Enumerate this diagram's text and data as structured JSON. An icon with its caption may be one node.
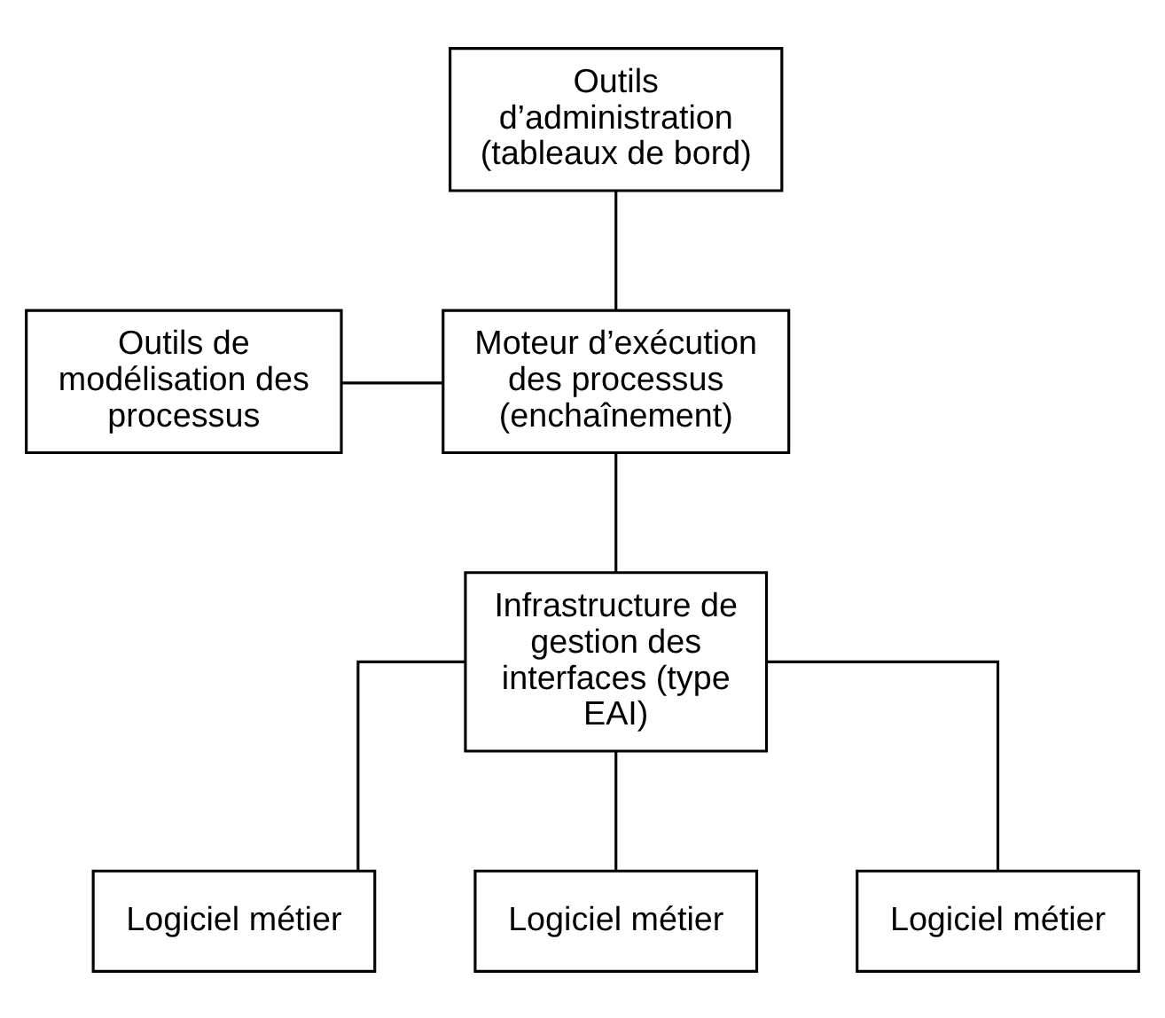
{
  "diagram": {
    "nodes": [
      {
        "text": [
          "Outils d’administration (tableaux de bord)"
        ]
      },
      {
        "text": [
          "Outils de modélisation des processus"
        ]
      },
      {
        "text": [
          "Moteur d’exécution des processus (enchaînement)"
        ]
      },
      {
        "text": [
          "Infrastructure de gestion des interfaces (type EAI)"
        ]
      },
      {
        "text": [
          "Logiciel métier"
        ]
      },
      {
        "text": [
          "Logiciel métier"
        ]
      },
      {
        "text": [
          "Logiciel métier"
        ]
      }
    ],
    "edges": [
      {
        "from": 0,
        "to": 2,
        "arrow": "none"
      },
      {
        "from": 1,
        "to": 2,
        "arrow": "none"
      },
      {
        "from": 2,
        "to": 3,
        "arrow": "none"
      },
      {
        "from": 3,
        "to": 4,
        "arrow": "none"
      },
      {
        "from": 3,
        "to": 5,
        "arrow": "none"
      },
      {
        "from": 3,
        "to": 6,
        "arrow": "none"
      }
    ]
  }
}
